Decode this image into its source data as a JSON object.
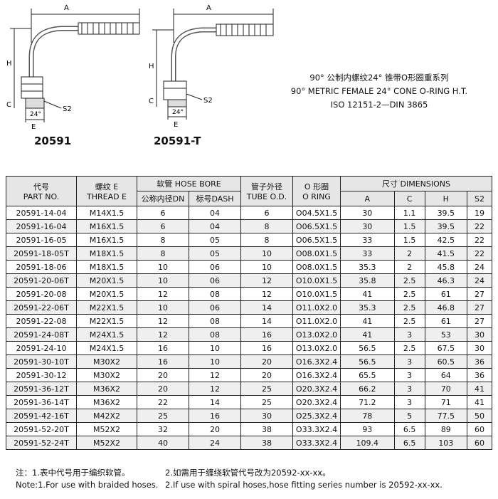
{
  "drawings": [
    {
      "model": "20591",
      "dim_labels": {
        "A": "A",
        "H": "H",
        "C": "C",
        "E": "E",
        "S2": "S2",
        "angle": "24°"
      }
    },
    {
      "model": "20591-T",
      "dim_labels": {
        "A": "A",
        "H": "H",
        "C": "C",
        "E": "E",
        "S2": "S2",
        "angle": "24°"
      }
    }
  ],
  "heading": {
    "cn": "90°  公制内螺纹24°  锥带O形圈重系列",
    "en": "90°  METRIC FEMALE 24°  CONE O-RING H.T.",
    "std": "ISO 12151-2—DIN 3865"
  },
  "table": {
    "headers": {
      "part_cn": "代号",
      "part_en": "PART NO.",
      "thread_cn": "螺纹  E",
      "thread_en": "THREAD  E",
      "hose": "软管     HOSE BORE",
      "dn": "公称内径DN",
      "dash": "标号DASH",
      "tube_cn": "管子外径",
      "tube_en": "TUBE O.D.",
      "oring_cn": "O 形圈",
      "oring_en": "O RING",
      "dim": "尺寸    DIMENSIONS",
      "a": "A",
      "c": "C",
      "h": "H",
      "s2": "S2"
    },
    "rows": [
      [
        "20591-14-04",
        "M14X1.5",
        "6",
        "04",
        "6",
        "O04.5X1.5",
        "30",
        "1.1",
        "39.5",
        "19"
      ],
      [
        "20591-16-04",
        "M16X1.5",
        "6",
        "04",
        "8",
        "O06.5X1.5",
        "30",
        "1.5",
        "39.5",
        "22"
      ],
      [
        "20591-16-05",
        "M16X1.5",
        "8",
        "05",
        "8",
        "O06.5X1.5",
        "33",
        "1.5",
        "42.5",
        "22"
      ],
      [
        "20591-18-05T",
        "M18X1.5",
        "8",
        "05",
        "10",
        "O08.0X1.5",
        "33",
        "2",
        "41.5",
        "22"
      ],
      [
        "20591-18-06",
        "M18X1.5",
        "10",
        "06",
        "10",
        "O08.0X1.5",
        "35.3",
        "2",
        "45.8",
        "24"
      ],
      [
        "20591-20-06T",
        "M20X1.5",
        "10",
        "06",
        "12",
        "O10.0X1.5",
        "35.8",
        "2.5",
        "46.3",
        "24"
      ],
      [
        "20591-20-08",
        "M20X1.5",
        "12",
        "08",
        "12",
        "O10.0X1.5",
        "41",
        "2.5",
        "61",
        "27"
      ],
      [
        "20591-22-06T",
        "M22X1.5",
        "10",
        "06",
        "14",
        "O11.0X2.0",
        "35.3",
        "2.5",
        "46.8",
        "27"
      ],
      [
        "20591-22-08",
        "M22X1.5",
        "12",
        "08",
        "14",
        "O11.0X2.0",
        "41",
        "2.5",
        "61",
        "27"
      ],
      [
        "20591-24-08T",
        "M24X1.5",
        "12",
        "08",
        "16",
        "O13.0X2.0",
        "41",
        "3",
        "53",
        "30"
      ],
      [
        "20591-24-10",
        "M24X1.5",
        "16",
        "10",
        "16",
        "O13.0X2.0",
        "56.5",
        "2.5",
        "67.5",
        "30"
      ],
      [
        "20591-30-10T",
        "M30X2",
        "16",
        "10",
        "20",
        "O16.3X2.4",
        "56.5",
        "3",
        "60.5",
        "36"
      ],
      [
        "20591-30-12",
        "M30X2",
        "20",
        "12",
        "20",
        "O16.3X2.4",
        "65.5",
        "3",
        "64",
        "36"
      ],
      [
        "20591-36-12T",
        "M36X2",
        "20",
        "12",
        "25",
        "O20.3X2.4",
        "66.2",
        "3",
        "70",
        "41"
      ],
      [
        "20591-36-14T",
        "M36X2",
        "22",
        "14",
        "25",
        "O20.3X2.4",
        "71.2",
        "3",
        "71",
        "41"
      ],
      [
        "20591-42-16T",
        "M42X2",
        "25",
        "16",
        "30",
        "O25.3X2.4",
        "78",
        "5",
        "77.5",
        "50"
      ],
      [
        "20591-52-20T",
        "M52X2",
        "32",
        "20",
        "38",
        "O33.3X2.4",
        "93",
        "6.5",
        "89",
        "60"
      ],
      [
        "20591-52-24T",
        "M52X2",
        "40",
        "24",
        "38",
        "O33.3X2.4",
        "109.4",
        "6.5",
        "103",
        "60"
      ]
    ]
  },
  "notes": {
    "cn1": "注：1.表中代号用于编织软管。",
    "cn2": "2.如需用于缠绕软管代号改为20592-xx-xx。",
    "en1": "Note:1.For use with braided hoses.",
    "en2": "2.If use with spiral hoses,hose fitting series number is 20592-xx-xx."
  }
}
